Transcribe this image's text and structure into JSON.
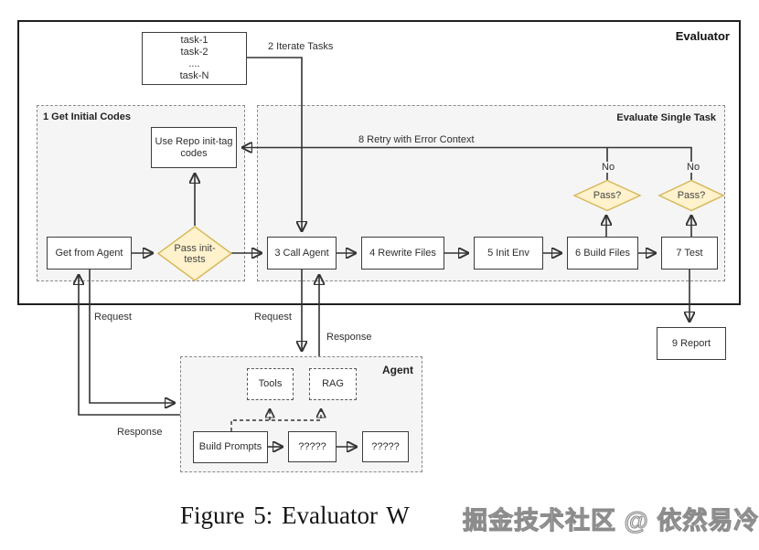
{
  "colors": {
    "diamond_fill": "#fff2cc",
    "diamond_stroke": "#d6b656",
    "group_fill": "#f5f5f5",
    "group_border": "#8a8a8a",
    "line": "#333333",
    "node_border": "#3d3d3d"
  },
  "evaluator": {
    "label": "Evaluator",
    "task_lines": [
      "task-1",
      "task-2",
      "....",
      "task-N"
    ],
    "group1_label": "1 Get Initial Codes",
    "group2_label": "Evaluate Single Task",
    "nodes": {
      "use_repo": "Use Repo init-tag codes",
      "get_from_agent": "Get from Agent",
      "pass_init_tests": "Pass init-tests",
      "call_agent": "3 Call Agent",
      "rewrite_files": "4 Rewrite Files",
      "init_env": "5 Init Env",
      "build_files": "6 Build Files",
      "test": "7 Test",
      "pass_q1": "Pass?",
      "pass_q2": "Pass?",
      "report": "9 Report"
    },
    "edge_labels": {
      "iterate": "2 Iterate Tasks",
      "retry": "8 Retry with Error Context",
      "no1": "No",
      "no2": "No"
    }
  },
  "agent": {
    "label": "Agent",
    "nodes": {
      "tools": "Tools",
      "rag": "RAG",
      "build_prompts": "Build Prompts",
      "step2": "?????",
      "step3": "?????"
    }
  },
  "exchange_labels": {
    "request_left": "Request",
    "request_mid": "Request",
    "response_right": "Response",
    "response_left": "Response"
  },
  "caption": {
    "text": "Figure 5: Evaluator W",
    "watermark": "掘金技术社区 @ 依然易冷"
  }
}
